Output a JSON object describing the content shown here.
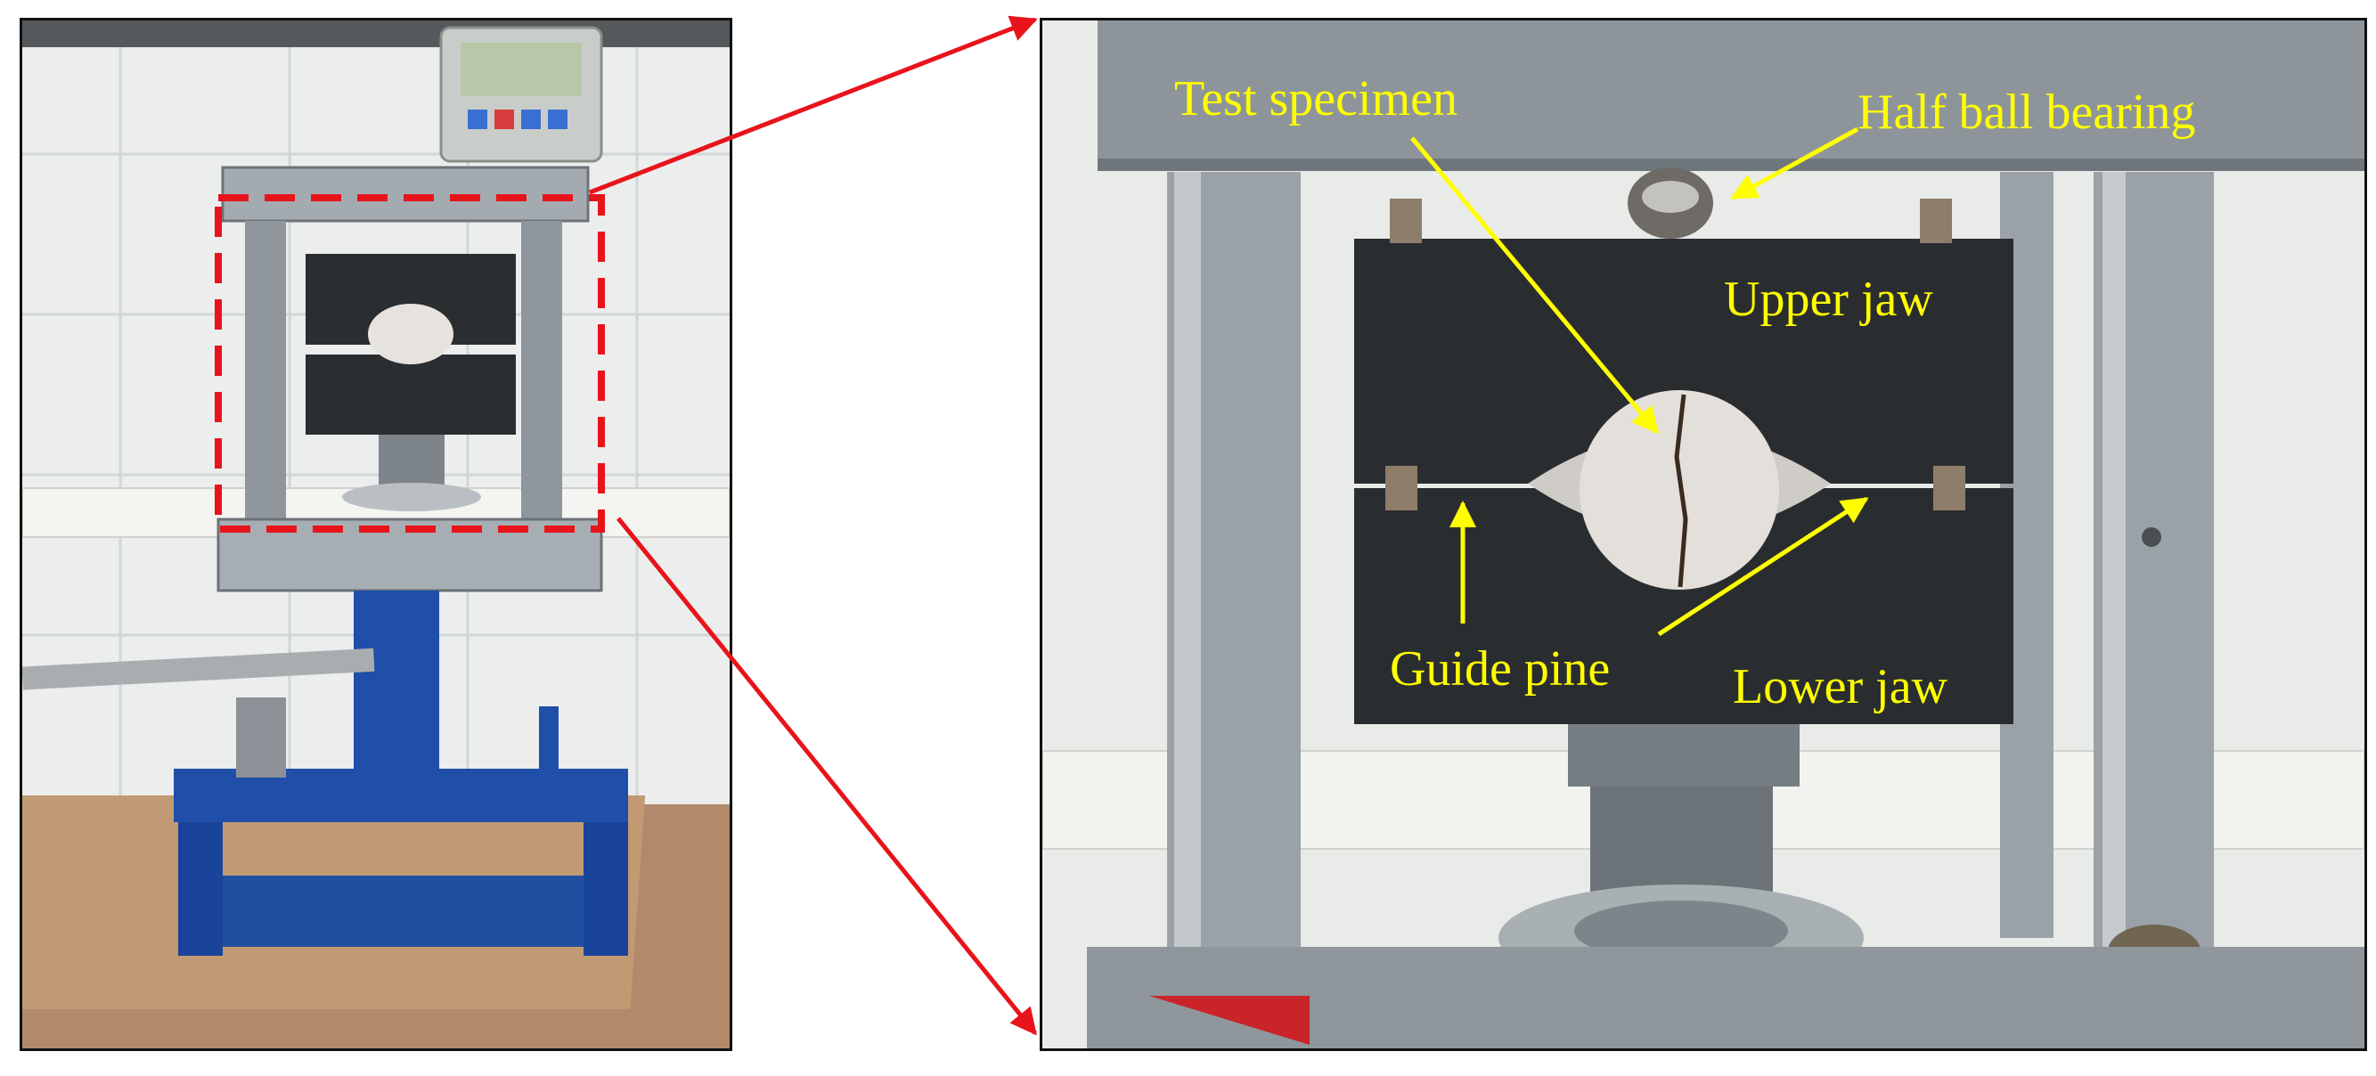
{
  "labels": {
    "test_specimen": "Test specimen",
    "half_ball_bearing": "Half ball bearing",
    "upper_jaw": "Upper jaw",
    "guide_pine": "Guide pine",
    "lower_jaw": "Lower jaw"
  },
  "colors": {
    "label": "#ffff00",
    "zoom_indicator": "#e8141b",
    "frame_blue": "#1f4fa8",
    "jaw": "#2a2d30",
    "steel": "#9aa3ab",
    "wall": "#eef0ee"
  },
  "icons": {
    "zoom_box": "dashed-rectangle",
    "zoom_lines": "arrow"
  }
}
